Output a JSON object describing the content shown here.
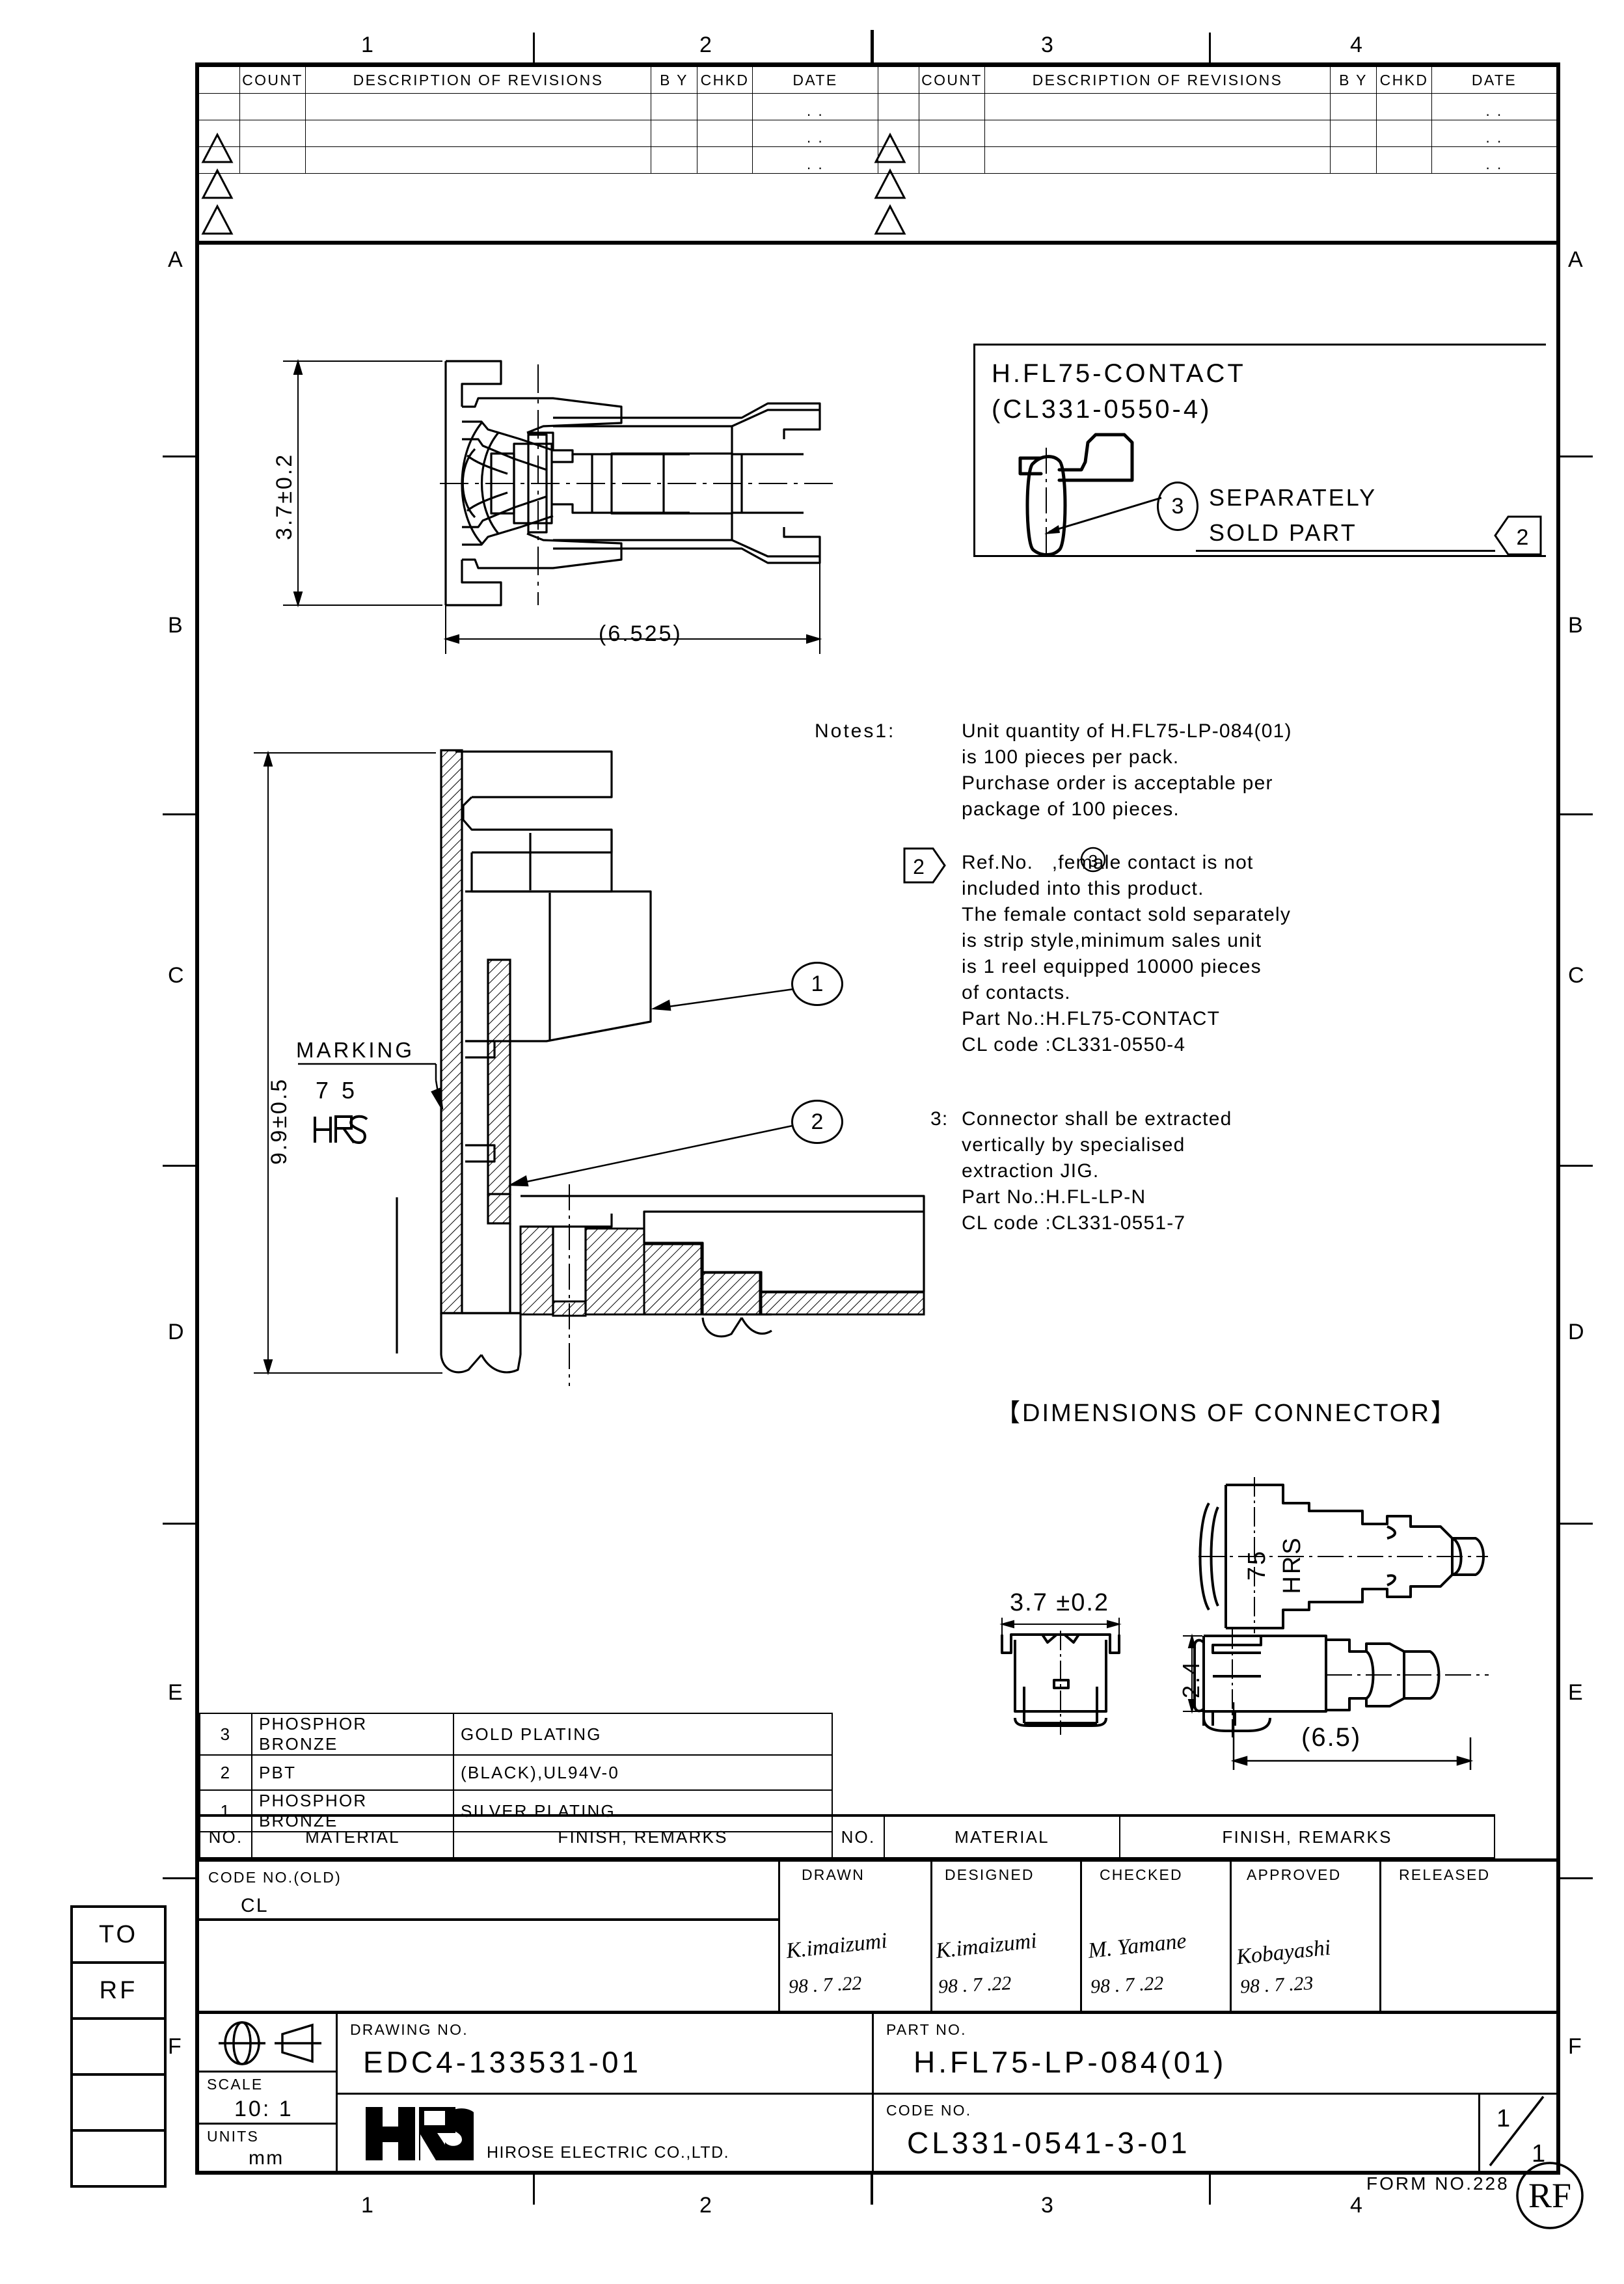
{
  "sheet": {
    "column_numbers_top": [
      "1",
      "2",
      "3",
      "4"
    ],
    "column_numbers_bottom": [
      "1",
      "2",
      "3",
      "4"
    ],
    "zone_letters_left": [
      "A",
      "B",
      "C",
      "D",
      "E",
      "F"
    ],
    "zone_letters_right": [
      "A",
      "B",
      "C",
      "D",
      "E",
      "F"
    ],
    "form_no": "FORM NO.228",
    "rf_stamp": "RF"
  },
  "revision_table": {
    "headers_left": [
      "COUNT",
      "DESCRIPTION OF REVISIONS",
      "B Y",
      "CHKD",
      "DATE"
    ],
    "headers_right": [
      "COUNT",
      "DESCRIPTION OF REVISIONS",
      "B Y",
      "CHKD",
      "DATE"
    ],
    "rows": [
      {
        "count": "",
        "description": "",
        "by": "",
        "chkd": "",
        "date": ". ."
      },
      {
        "count": "",
        "description": "",
        "by": "",
        "chkd": "",
        "date": ". ."
      },
      {
        "count": "",
        "description": "",
        "by": "",
        "chkd": "",
        "date": ". ."
      }
    ]
  },
  "contact_box": {
    "title_line1": "H.FL75-CONTACT",
    "title_line2": "(CL331-0550-4)",
    "balloon": "3",
    "note_line1": "SEPARATELY",
    "note_line2": "SOLD PART",
    "flag": "2"
  },
  "top_view": {
    "height_dim": "3.7±0.2",
    "width_dim": "(6.525)"
  },
  "section_view": {
    "height_dim": "9.9±0.5",
    "marking_label": "MARKING",
    "marking_line1": "7 5",
    "marking_line2": "HRS",
    "balloon_1": "1",
    "balloon_2": "2"
  },
  "notes": {
    "note1_label": "Notes1:",
    "note1_lines": [
      "Unit quantity of H.FL75-LP-084(01)",
      "is 100 pieces per pack.",
      "Purchase order is acceptable per",
      "package of 100 pieces."
    ],
    "note2_flag": "2",
    "note2_lines": [
      "Ref.No.   ,female contact is not",
      "included into this product.",
      "The female contact sold separately",
      "is strip style,minimum sales unit",
      "is 1 reel equipped 10000 pieces",
      "of contacts.",
      "Part No.:H.FL75-CONTACT",
      "CL code :CL331-0550-4"
    ],
    "note2_circled_ref": "3",
    "note3_label": "3:",
    "note3_lines": [
      "Connector shall be extracted",
      "vertically by specialised",
      "extraction JIG.",
      "Part No.:H.FL-LP-N",
      "CL code :CL331-0551-7"
    ]
  },
  "dimensions_of_connector": {
    "title": "【DIMENSIONS OF CONNECTOR】",
    "width_dim": "3.7 ±0.2",
    "height_dim": "2.4",
    "length_dim": "(6.5)",
    "marking_top": "75",
    "marking_bottom": "HRS"
  },
  "material_table": {
    "rows": [
      {
        "no": "3",
        "material": "PHOSPHOR BRONZE",
        "finish": "GOLD PLATING"
      },
      {
        "no": "2",
        "material": "PBT",
        "finish": "(BLACK),UL94V-0"
      },
      {
        "no": "1",
        "material": "PHOSPHOR BRONZE",
        "finish": "SILVER PLATING"
      }
    ],
    "headers_left": [
      "NO.",
      "MATERIAL",
      "FINISH, REMARKS"
    ],
    "headers_right": [
      "NO.",
      "MATERIAL",
      "FINISH, REMARKS"
    ]
  },
  "side_stamp": {
    "line1": "TO",
    "line2": "RF"
  },
  "title_block": {
    "code_no_old_label": "CODE NO.(OLD)",
    "code_no_old_value": "CL",
    "approval_headers": [
      "DRAWN",
      "DESIGNED",
      "CHECKED",
      "APPROVED",
      "RELEASED"
    ],
    "approvals": [
      {
        "role": "DRAWN",
        "signature": "K.imaizumi",
        "date": "98 . 7 .22"
      },
      {
        "role": "DESIGNED",
        "signature": "K.imaizumi",
        "date": "98 . 7 .22"
      },
      {
        "role": "CHECKED",
        "signature": "M. Yamane",
        "date": "98 . 7 .22"
      },
      {
        "role": "APPROVED",
        "signature": "Kobayashi",
        "date": "98 . 7 .23"
      },
      {
        "role": "RELEASED",
        "signature": "",
        "date": ""
      }
    ],
    "scale_label": "SCALE",
    "scale_value": "10: 1",
    "units_label": "UNITS",
    "units_value": "mm",
    "drawing_no_label": "DRAWING NO.",
    "drawing_no_value": "EDC4-133531-01",
    "part_no_label": "PART NO.",
    "part_no_value": "H.FL75-LP-084(01)",
    "code_no_label": "CODE NO.",
    "code_no_value": "CL331-0541-3-01",
    "company_logo": "HRS",
    "company_name": "HIROSE ELECTRIC CO.,LTD.",
    "sheet_num": "1",
    "sheet_total": "1"
  }
}
